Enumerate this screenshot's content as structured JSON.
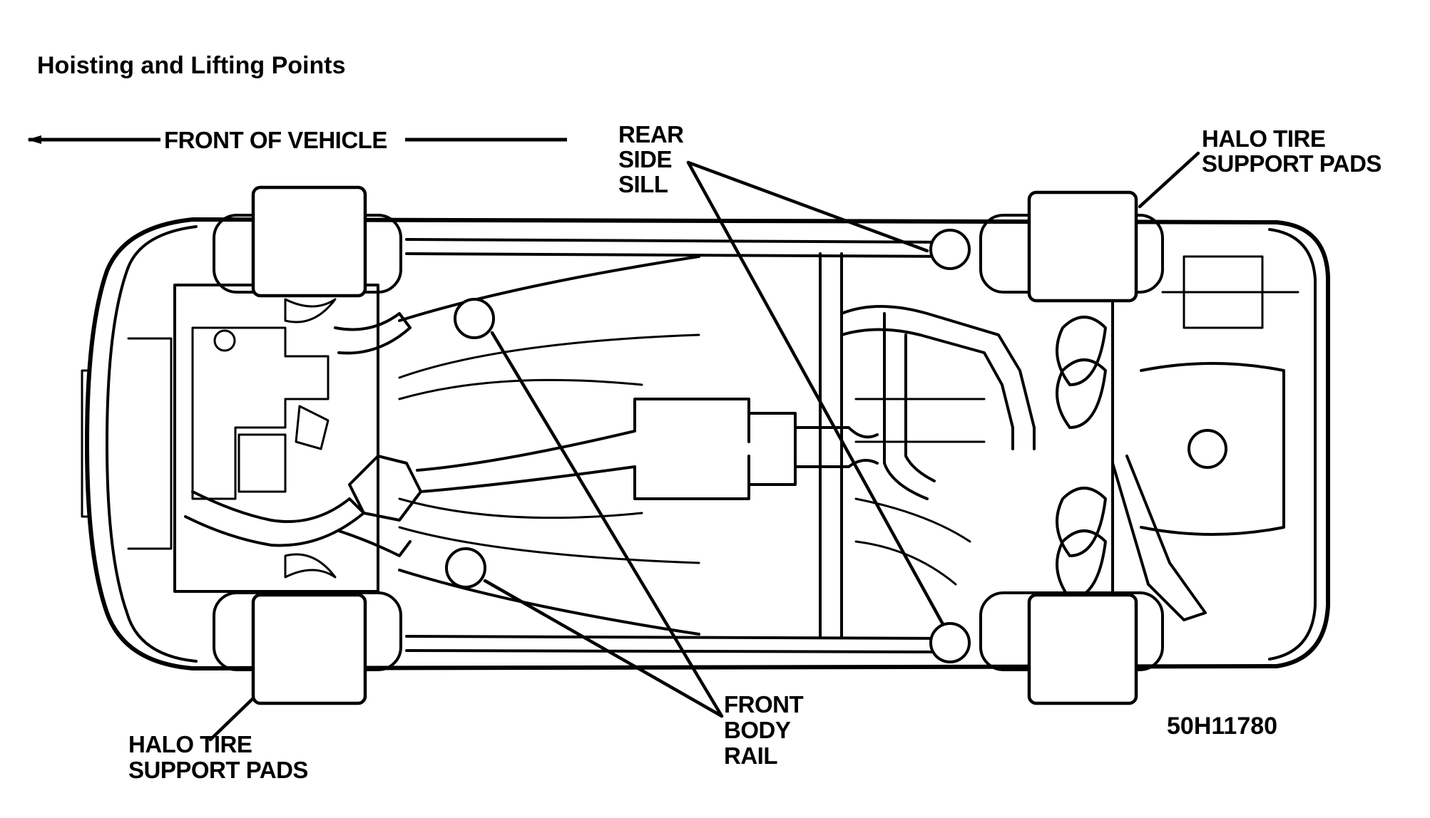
{
  "title": "Hoisting and Lifting Points",
  "direction": {
    "label": "FRONT OF VEHICLE"
  },
  "labels": {
    "rear_side_sill": [
      "REAR",
      "SIDE",
      "SILL"
    ],
    "halo_rear": [
      "HALO TIRE",
      "SUPPORT PADS"
    ],
    "halo_front": [
      "HALO TIRE",
      "SUPPORT PADS"
    ],
    "front_body_rail": [
      "FRONT",
      "BODY",
      "RAIL"
    ]
  },
  "figure_code": "50H11780"
}
